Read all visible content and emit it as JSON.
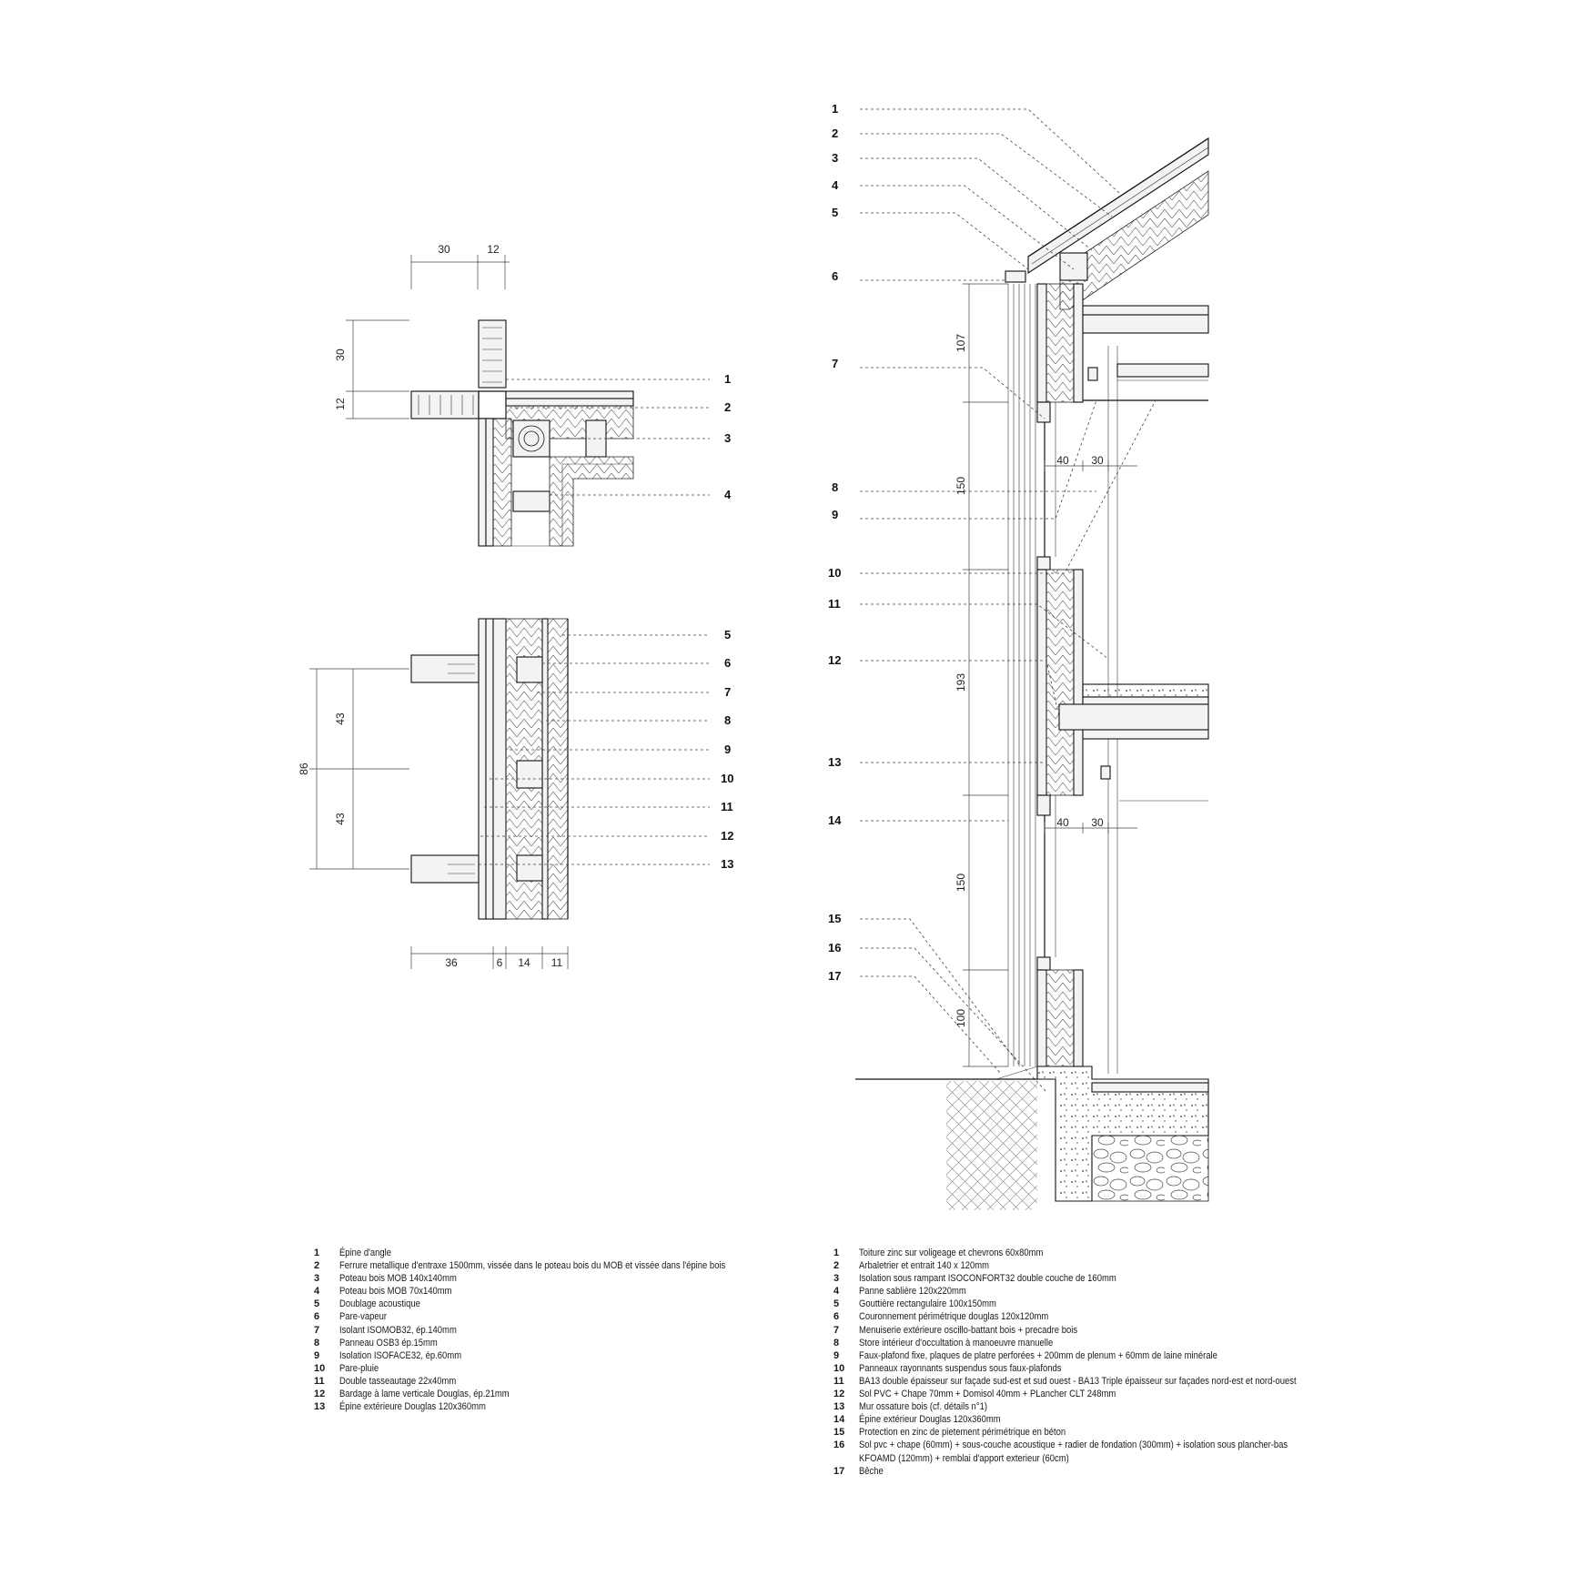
{
  "left_detail": {
    "top_dims_h": [
      "30",
      "12"
    ],
    "top_dims_v": [
      "30",
      "12"
    ],
    "bottom_dims_h": [
      "36",
      "6",
      "14",
      "11"
    ],
    "bottom_dims_v": [
      "43",
      "43"
    ],
    "bottom_dims_total": "86",
    "callouts_top": [
      "1",
      "2",
      "3",
      "4"
    ],
    "callouts_bottom": [
      "5",
      "6",
      "7",
      "8",
      "9",
      "10",
      "11",
      "12",
      "13"
    ]
  },
  "right_detail": {
    "callouts": [
      "1",
      "2",
      "3",
      "4",
      "5",
      "6",
      "7",
      "8",
      "9",
      "10",
      "11",
      "12",
      "13",
      "14",
      "15",
      "16",
      "17"
    ],
    "dims_v": [
      "107",
      "150",
      "193",
      "150",
      "100"
    ],
    "dims_h_upper": [
      "40",
      "30"
    ],
    "dims_h_lower": [
      "40",
      "30"
    ]
  },
  "legend_left": [
    {
      "n": "1",
      "t": "Épine d'angle"
    },
    {
      "n": "2",
      "t": "Ferrure metallique d'entraxe 1500mm, vissée dans le poteau bois du MOB et vissée dans l'épine bois"
    },
    {
      "n": "3",
      "t": "Poteau bois MOB 140x140mm"
    },
    {
      "n": "4",
      "t": "Poteau bois MOB 70x140mm"
    },
    {
      "n": "5",
      "t": "Doublage acoustique"
    },
    {
      "n": "6",
      "t": "Pare-vapeur"
    },
    {
      "n": "7",
      "t": "Isolant ISOMOB32, ép.140mm"
    },
    {
      "n": "8",
      "t": "Panneau OSB3 ép.15mm"
    },
    {
      "n": "9",
      "t": "Isolation ISOFACE32, ép.60mm"
    },
    {
      "n": "10",
      "t": "Pare-pluie"
    },
    {
      "n": "11",
      "t": "Double tasseautage 22x40mm"
    },
    {
      "n": "12",
      "t": "Bardage à lame verticale Douglas, ép.21mm"
    },
    {
      "n": "13",
      "t": "Épine extérieure Douglas 120x360mm"
    }
  ],
  "legend_right": [
    {
      "n": "1",
      "t": "Toiture zinc sur voligeage et chevrons 60x80mm"
    },
    {
      "n": "2",
      "t": "Arbaletrier et entrait 140 x 120mm"
    },
    {
      "n": "3",
      "t": "Isolation sous rampant ISOCONFORT32 double couche de 160mm"
    },
    {
      "n": "4",
      "t": "Panne sablière 120x220mm"
    },
    {
      "n": "5",
      "t": "Gouttière rectangulaire 100x150mm"
    },
    {
      "n": "6",
      "t": "Couronnement périmétrique douglas 120x120mm"
    },
    {
      "n": "7",
      "t": "Menuiserie extérieure oscillo-battant bois + precadre bois"
    },
    {
      "n": "8",
      "t": "Store intérieur d'occultation à manoeuvre manuelle"
    },
    {
      "n": "9",
      "t": "Faux-plafond fixe, plaques de platre perforées + 200mm de plenum + 60mm de laine minérale"
    },
    {
      "n": "10",
      "t": "Panneaux rayonnants suspendus sous faux-plafonds"
    },
    {
      "n": "11",
      "t": "BA13 double épaisseur sur façade sud-est et sud ouest - BA13 Triple épaisseur sur façades nord-est et nord-ouest"
    },
    {
      "n": "12",
      "t": "Sol PVC + Chape 70mm + Domisol 40mm + PLancher CLT 248mm"
    },
    {
      "n": "13",
      "t": "Mur ossature bois (cf. détails n°1)"
    },
    {
      "n": "14",
      "t": "Épine extérieur Douglas 120x360mm"
    },
    {
      "n": "15",
      "t": "Protection en zinc de pietement périmétrique en béton"
    },
    {
      "n": "16",
      "t": "Sol pvc + chape (60mm) + sous-couche acoustique + radier de fondation (300mm) + isolation sous plancher-bas"
    },
    {
      "n": "",
      "t": "KFOAMD (120mm) + remblai d'apport exterieur (60cm)"
    },
    {
      "n": "17",
      "t": "Bêche"
    }
  ]
}
